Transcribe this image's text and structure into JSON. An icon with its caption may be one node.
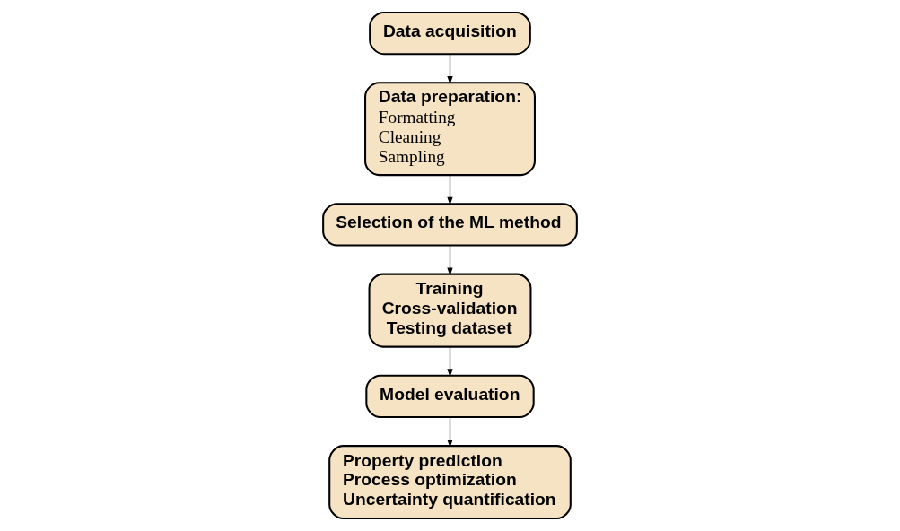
{
  "diagram": {
    "nodes": [
      {
        "text": [
          "Data acquisition"
        ]
      },
      {
        "text": [
          "Data preparation:",
          "Formatting",
          "Cleaning",
          "Sampling"
        ]
      },
      {
        "text": [
          "Selection of the ML method"
        ]
      },
      {
        "text": [
          "Training",
          "Cross-validation",
          "Testing dataset"
        ]
      },
      {
        "text": [
          "Model evaluation"
        ]
      },
      {
        "text": [
          "Property prediction",
          "Process optimization",
          "Uncertainty quantification"
        ]
      }
    ],
    "edges": [
      {
        "from": 0,
        "to": 1,
        "arrow": "to"
      },
      {
        "from": 1,
        "to": 2,
        "arrow": "to"
      },
      {
        "from": 2,
        "to": 3,
        "arrow": "to"
      },
      {
        "from": 3,
        "to": 4,
        "arrow": "to"
      },
      {
        "from": 4,
        "to": 5,
        "arrow": "to"
      }
    ]
  }
}
